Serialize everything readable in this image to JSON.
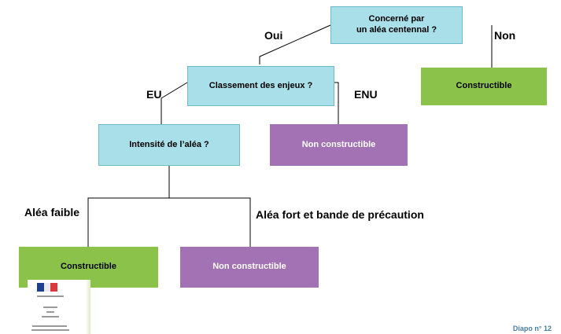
{
  "colors": {
    "question_fill": "#a9dfe9",
    "constructible_fill": "#8bc34a",
    "non_constructible_fill": "#a372b5",
    "slide_number_text": "#4a7ea0"
  },
  "nodes": {
    "q_alea_centennal": "Concerné par\nun aléa centennal ?",
    "q_classement_enjeux": "Classement des enjeux ?",
    "q_intensite_alea": "Intensité de l’aléa ?",
    "result_constructible_top": "Constructible",
    "result_non_constructible_enu": "Non constructible",
    "result_constructible_bottom": "Constructible",
    "result_non_constructible_bottom": "Non constructible"
  },
  "edges": {
    "oui": "Oui",
    "non": "Non",
    "eu": "EU",
    "enu": "ENU",
    "alea_faible": "Aléa faible",
    "alea_fort": "Aléa fort et bande de précaution"
  },
  "footer": {
    "logo_icon": "prefecture-logo",
    "slide_number": "Diapo n° 12"
  }
}
